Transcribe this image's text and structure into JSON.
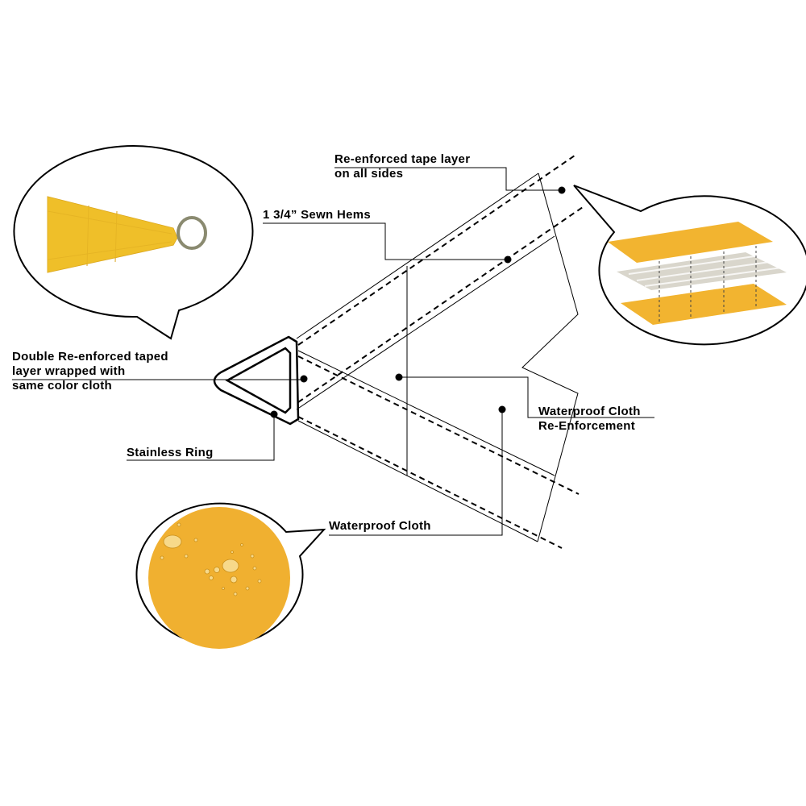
{
  "labels": {
    "tape_layer_1": "Re-enforced tape layer",
    "tape_layer_2": "on all sides",
    "sewn_hems": "1 3/4” Sewn Hems",
    "double_1": "Double Re-enforced taped",
    "double_2": "layer wrapped with",
    "double_3": "same color cloth",
    "stainless_ring": "Stainless Ring",
    "wp_reinf_1": "Waterproof Cloth",
    "wp_reinf_2": "Re-Enforcement",
    "waterproof_cloth": "Waterproof Cloth"
  },
  "colors": {
    "fabric": "#f2b430",
    "sail": "#efbf2a",
    "line": "#000000"
  }
}
